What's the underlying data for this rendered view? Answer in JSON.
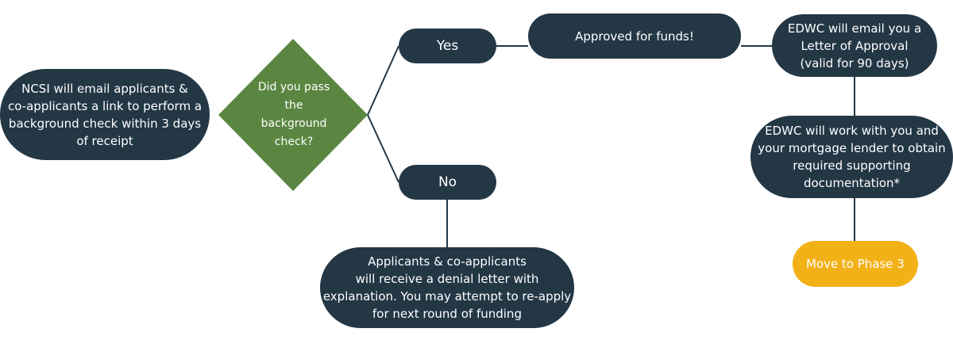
{
  "colors": {
    "node_fill": "#233745",
    "decision_fill": "#5a8641",
    "final_fill": "#f3b118",
    "connector": "#233745",
    "background": "#ffffff"
  },
  "nodes": {
    "start": "NCSI will email applicants &\nco-applicants a link to perform a\nbackground check within 3 days\nof receipt",
    "decision": "Did you pass\nthe\nbackground\ncheck?",
    "yes": "Yes",
    "no": "No",
    "approved": "Approved for funds!",
    "letter": "EDWC will email you a\nLetter of Approval\n(valid for 90 days)",
    "work_with_lender": "EDWC will work with you and\nyour mortgage lender to obtain\nrequired supporting\ndocumentation*",
    "phase3": "Move to Phase 3",
    "denial": "Applicants & co-applicants\nwill receive a denial letter with\nexplanation. You may attempt to re-apply\nfor next round of funding"
  }
}
